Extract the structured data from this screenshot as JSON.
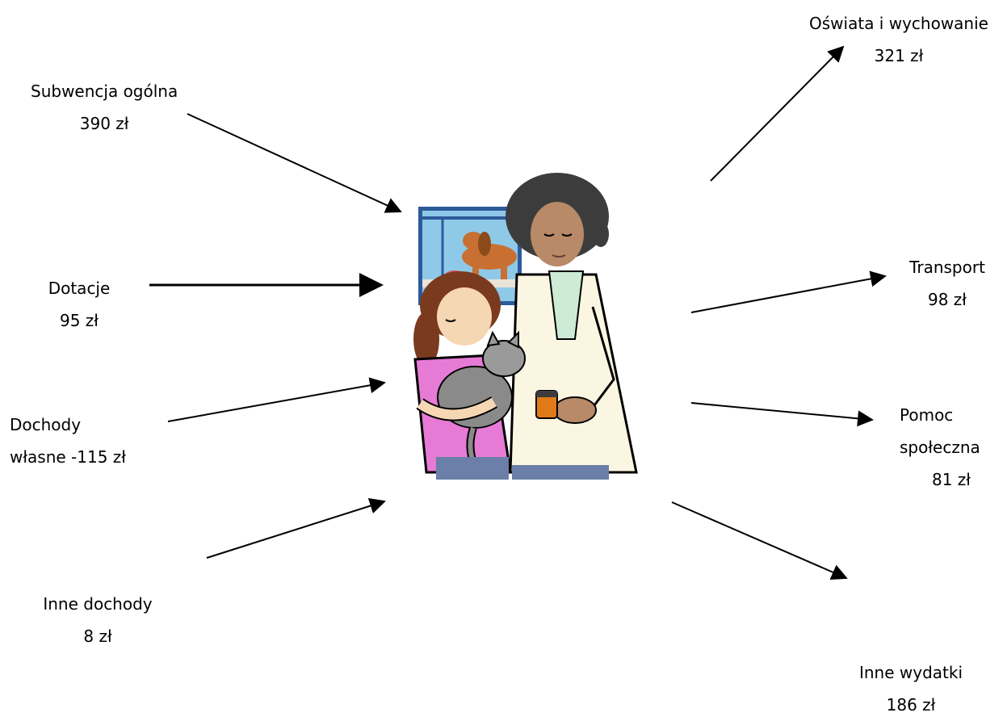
{
  "sources": [
    {
      "name": "Subwencja ogólna",
      "amount": "390 zł"
    },
    {
      "name": "Dotacje",
      "amount": "95 zł"
    },
    {
      "name": "Dochody",
      "amount": "własne -115 zł"
    },
    {
      "name": "Inne dochody",
      "amount": "8 zł"
    }
  ],
  "expenses": [
    {
      "name": "Oświata i wychowanie",
      "amount": "321 zł"
    },
    {
      "name": "Transport",
      "amount": "98 zł"
    },
    {
      "name": "Pomoc",
      "name2": "społeczna",
      "amount": "81 zł"
    },
    {
      "name": "Inne wydatki",
      "amount": "186 zł"
    }
  ],
  "illustration": {
    "icon": "veterinarian-with-girl-and-cat-clipart"
  },
  "colors": {
    "arrow": "#000000",
    "window": "#8fc9e8",
    "coat": "#fbf6e2",
    "shirt": "#e67bd6"
  }
}
